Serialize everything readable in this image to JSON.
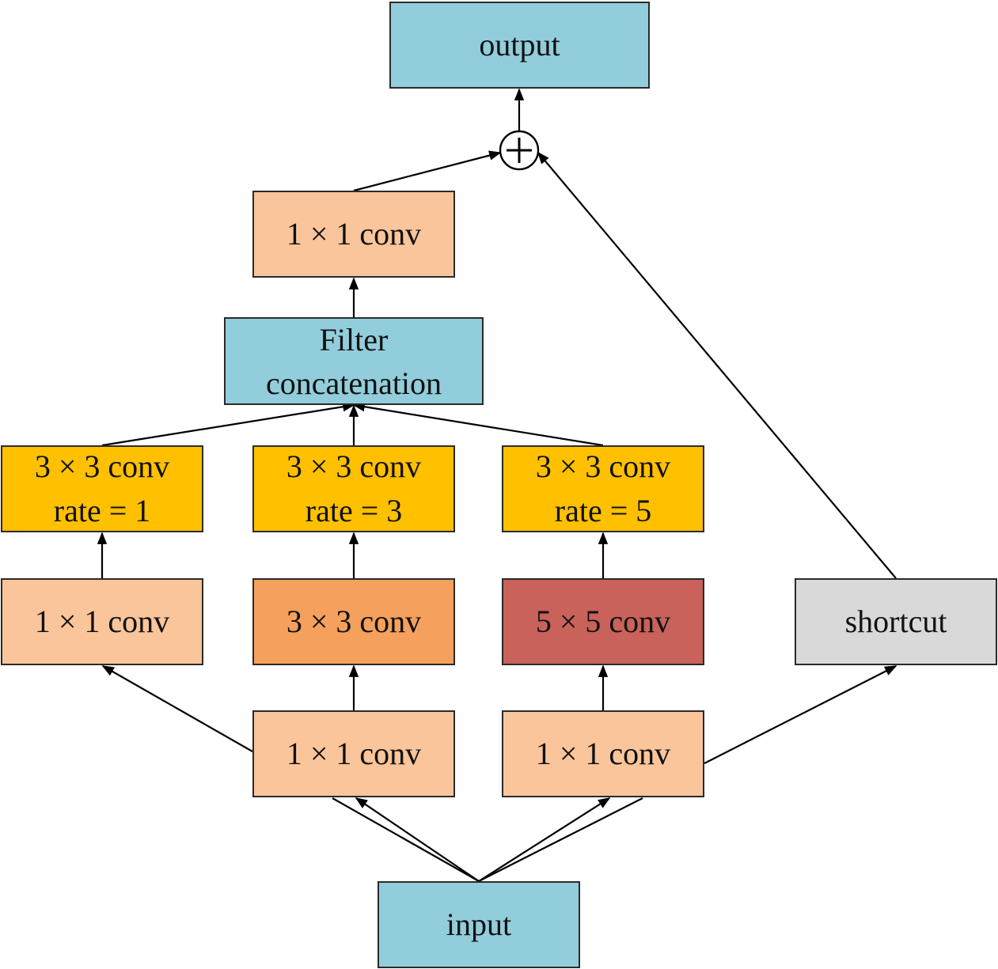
{
  "diagram": {
    "output_label": "output",
    "top_conv_label": "1 × 1 conv",
    "concat_label_line1": "Filter",
    "concat_label_line2": "concatenation",
    "dilated": [
      {
        "line1": "3 × 3 conv",
        "line2": "rate = 1"
      },
      {
        "line1": "3 × 3 conv",
        "line2": "rate = 3"
      },
      {
        "line1": "3 × 3 conv",
        "line2": "rate = 5"
      }
    ],
    "branch_convs": [
      "1 × 1 conv",
      "3 × 3 conv",
      "5 × 5 conv"
    ],
    "shortcut_label": "shortcut",
    "reduce_convs": [
      "1 × 1 conv",
      "1 × 1 conv"
    ],
    "input_label": "input",
    "sum_symbol": "+"
  },
  "colors": {
    "blue": "#92cddc",
    "light_orange": "#fac59b",
    "orange": "#f5a05c",
    "red": "#c8625a",
    "gold": "#ffc000",
    "grey": "#d9d9d9",
    "line": "#000000"
  }
}
